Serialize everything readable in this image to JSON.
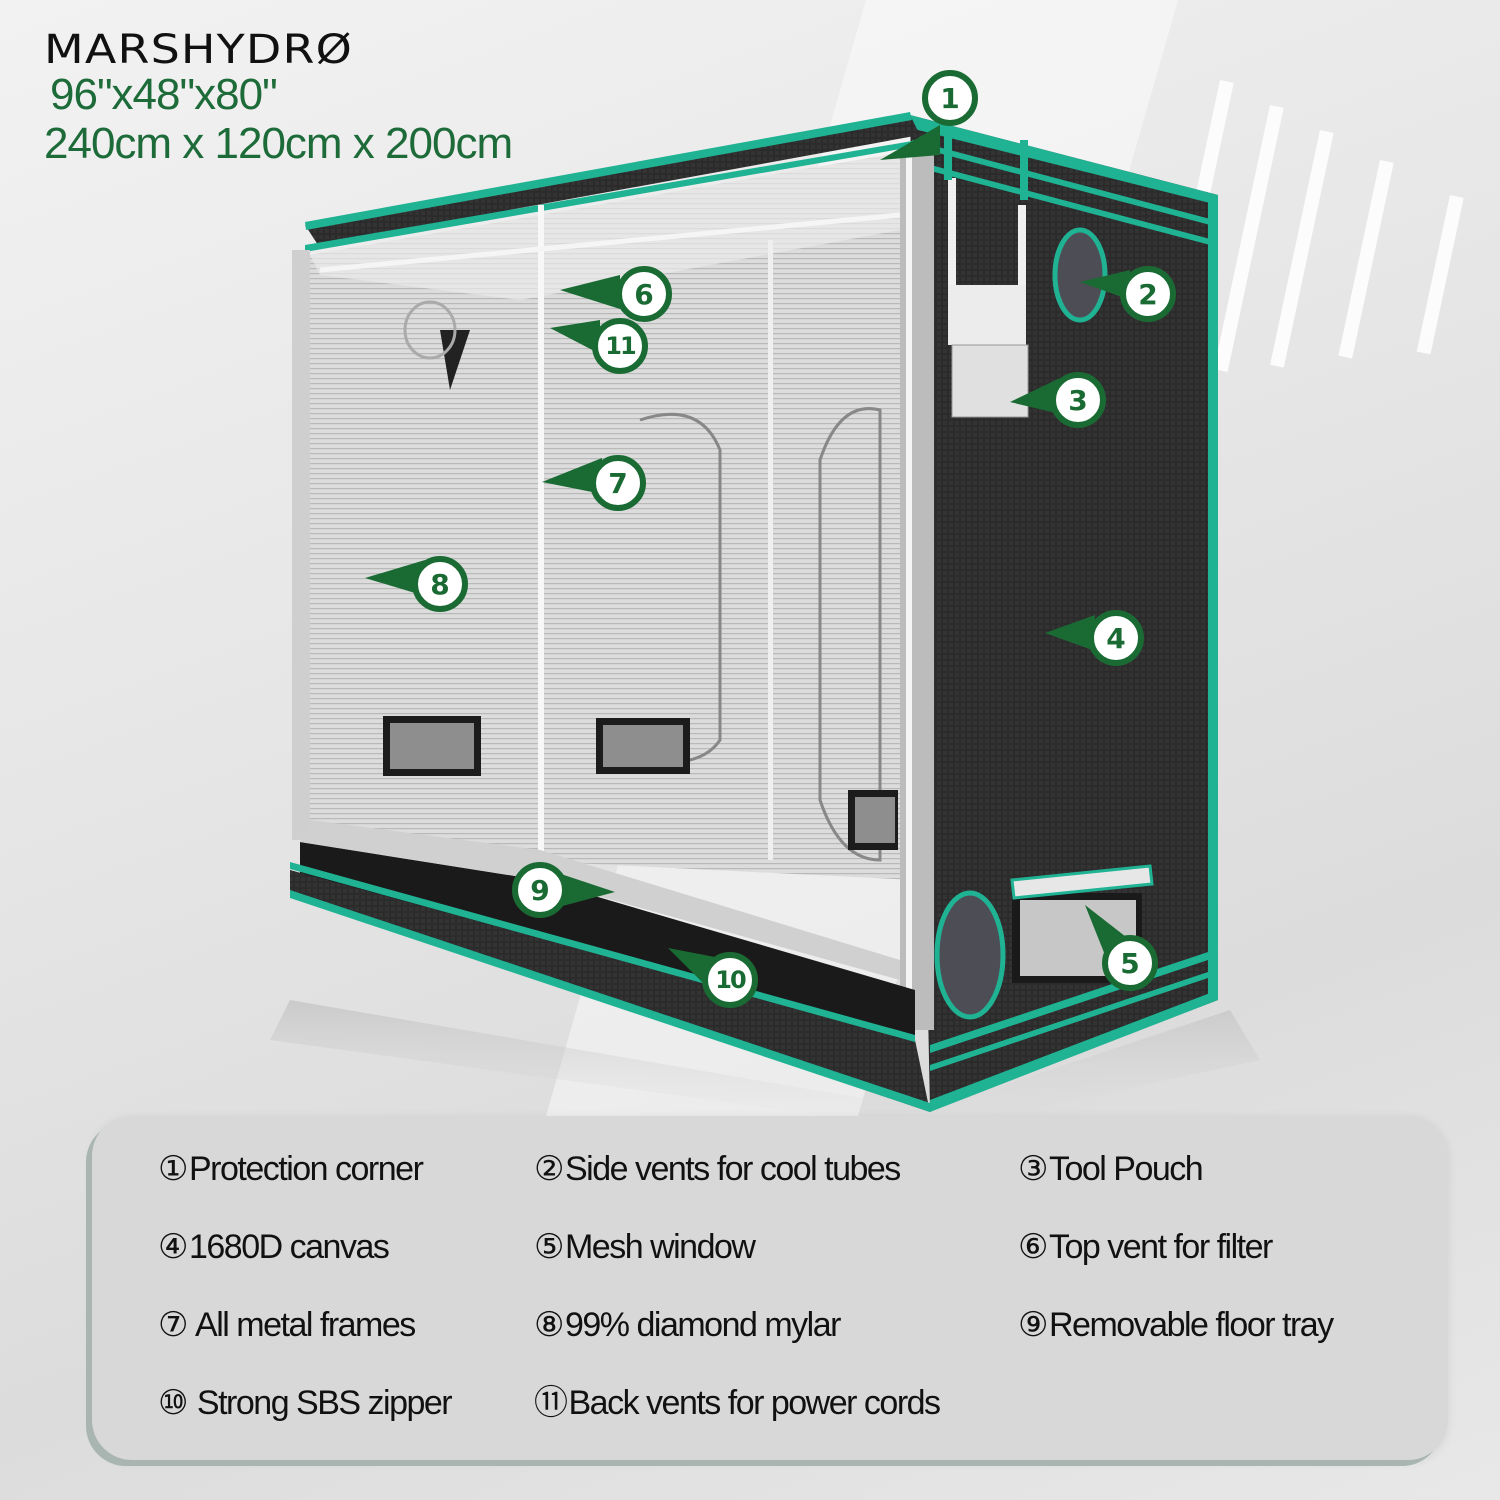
{
  "header": {
    "brand": "MARSHYDRØ",
    "dimensions_in": "96\"x48\"x80\"",
    "dimensions_cm": "240cm x 120cm x 200cm"
  },
  "colors": {
    "accent_green": "#1a6b33",
    "trim_teal": "#1fb394",
    "canvas_black": "#2a2a2a",
    "mylar_silver": "#d4d4d4",
    "panel_bg": "#d8d8d8"
  },
  "callouts": [
    {
      "id": "1",
      "label": "1"
    },
    {
      "id": "2",
      "label": "2"
    },
    {
      "id": "3",
      "label": "3"
    },
    {
      "id": "4",
      "label": "4"
    },
    {
      "id": "5",
      "label": "5"
    },
    {
      "id": "6",
      "label": "6"
    },
    {
      "id": "7",
      "label": "7"
    },
    {
      "id": "8",
      "label": "8"
    },
    {
      "id": "9",
      "label": "9"
    },
    {
      "id": "10",
      "label": "10"
    },
    {
      "id": "11",
      "label": "11"
    }
  ],
  "features": [
    {
      "num": "①",
      "text": "Protection corner"
    },
    {
      "num": "②",
      "text": "Side vents for cool tubes"
    },
    {
      "num": "③",
      "text": "Tool Pouch"
    },
    {
      "num": "④",
      "text": "1680D canvas"
    },
    {
      "num": "⑤",
      "text": "Mesh window"
    },
    {
      "num": "⑥",
      "text": "Top vent for filter"
    },
    {
      "num": "⑦",
      "text": " All metal frames"
    },
    {
      "num": "⑧",
      "text": "99% diamond mylar"
    },
    {
      "num": "⑨",
      "text": "Removable floor tray"
    },
    {
      "num": "⑩",
      "text": " Strong SBS zipper"
    },
    {
      "num": "⑪",
      "text": "Back vents for power cords"
    }
  ]
}
